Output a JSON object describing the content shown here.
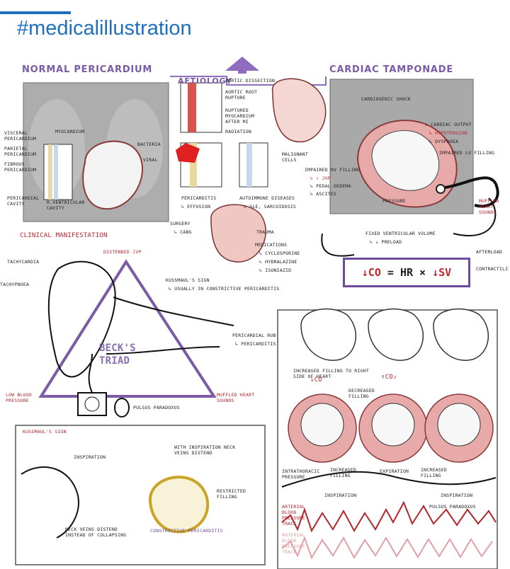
{
  "hashtag": "#medicalillustration",
  "normal": {
    "title": "NORMAL PERICARDIUM",
    "labels": {
      "visceral": "VISCERAL PERICARDIUM",
      "myocardium": "MYOCARDIUM",
      "parietal": "PARIETAL PERICARDIUM",
      "fibrous": "FIBROUS PERICARDIUM",
      "cavity": "PERICARDIAL CAVITY",
      "rv_cavity": "R.VENTRICULAR CAVITY",
      "bacteria": "BACTERIA",
      "viral": "VIRAL"
    }
  },
  "aetiology": {
    "title": "AETIOLOGY",
    "aortic_dissection": "AORTIC DISSECTION",
    "aortic_root": "AORTIC ROOT RUPTURE",
    "ruptured": "RUPTURED MYOCARDIUM AFTER MI",
    "radiation": "RADIATION",
    "malignant": "MALIGNANT CELLS",
    "pericarditis": "PERICARDITIS",
    "effusion": "↳ EFFUSION",
    "autoimmune": "AUTOIMMUNE DISEASES",
    "sle": "↳ SLE, SARCOIDOSIS",
    "surgery": "SURGERY",
    "cabg": "↳ CABG",
    "trauma": "TRAUMA",
    "medications": "MEDICATIONS",
    "cyclo": "↳ CYCLOSPORINE",
    "hydra": "↳ HYDRALAZINE",
    "iso": "↳ ISONIAZID"
  },
  "tamponade": {
    "title": "CARDIAC TAMPONADE",
    "shock": "CARDIOGENIC SHOCK",
    "output": "↓ CARDIAC OUTPUT",
    "hypotension": "↳ HYPOTENSION",
    "dyspnoea": "↳ DYSPNOEA",
    "lv": "IMPAIRED LV FILLING",
    "rv": "IMPAIRED RV FILLING",
    "jvp": "↳ ↑ JVP",
    "pedal": "↳ PEDAL OEDEMA",
    "ascites": "↳ ASCITES",
    "pressure": "PRESSURE",
    "muffled": "MUFFLED HEART SOUNDS",
    "fixed": "FIXED VENTRICULAR VOLUME",
    "preload": "↳ ↓ PRELOAD",
    "afterload": "AFTERLOAD",
    "contractility": "CONTRACTILITY",
    "formula": {
      "co": "↓CO",
      "eq": " = HR × ",
      "sv": "↓SV"
    }
  },
  "clinical": {
    "title": "CLINICAL MANIFESTATION",
    "jvp": "DISTENDED JVP",
    "tachy": "TACHYCARDIA",
    "tachyp": "TACHYPNOEA",
    "kussmaul": "KUSSMAUL'S SIGN",
    "kussmaul_sub": "↳ USUALLY IN CONSTRICTIVE PERICARDITIS",
    "rub": "PERICARDIAL RUB",
    "rub_sub": "↳ PERICARDITIS",
    "beck": "BECK'S TRIAD",
    "low_bp": "LOW BLOOD PRESSURE",
    "muffled": "MUFFLED HEART SOUNDS",
    "paradoxus": "PULSUS PARADOXUS"
  },
  "kussmaul_box": {
    "title": "KUSSMAUL'S SIGN",
    "inspiration": "INSPIRATION",
    "with_insp": "WITH INSPIRATION NECK VEINS DISTEND",
    "restricted": "RESTRICTED FILLING",
    "neck": "NECK VEINS DISTEND INSTEAD OF COLLAPSING",
    "constrictive": "CONSTRICTIVE PERICARDITIS"
  },
  "physiology": {
    "increased_right": "INCREASED FILLING TO RIGHT SIDE OF HEART",
    "down_co": "↓CO",
    "up_co2": "↑CO₂",
    "decreased": "DECREASED FILLING",
    "intrathoracic": "INTRATHORACIC PRESSURE",
    "increased_filling": "INCREASED FILLING",
    "expiration": "EXPIRATION",
    "increased_filling2": "INCREASED FILLING",
    "inspiration1": "INSPIRATION",
    "inspiration2": "INSPIRATION",
    "pulsus": "PULSUS PARADOXUS",
    "abp1": "ARTERIAL BLOOD PRESSURE TRACE",
    "abp2": "ARTERIAL BLOOD PRESSURE TRACE"
  },
  "colors": {
    "purple": "#7b5aa6",
    "red": "#b3262d",
    "pink": "#e8b4b8",
    "blue": "#1f6fbf"
  }
}
